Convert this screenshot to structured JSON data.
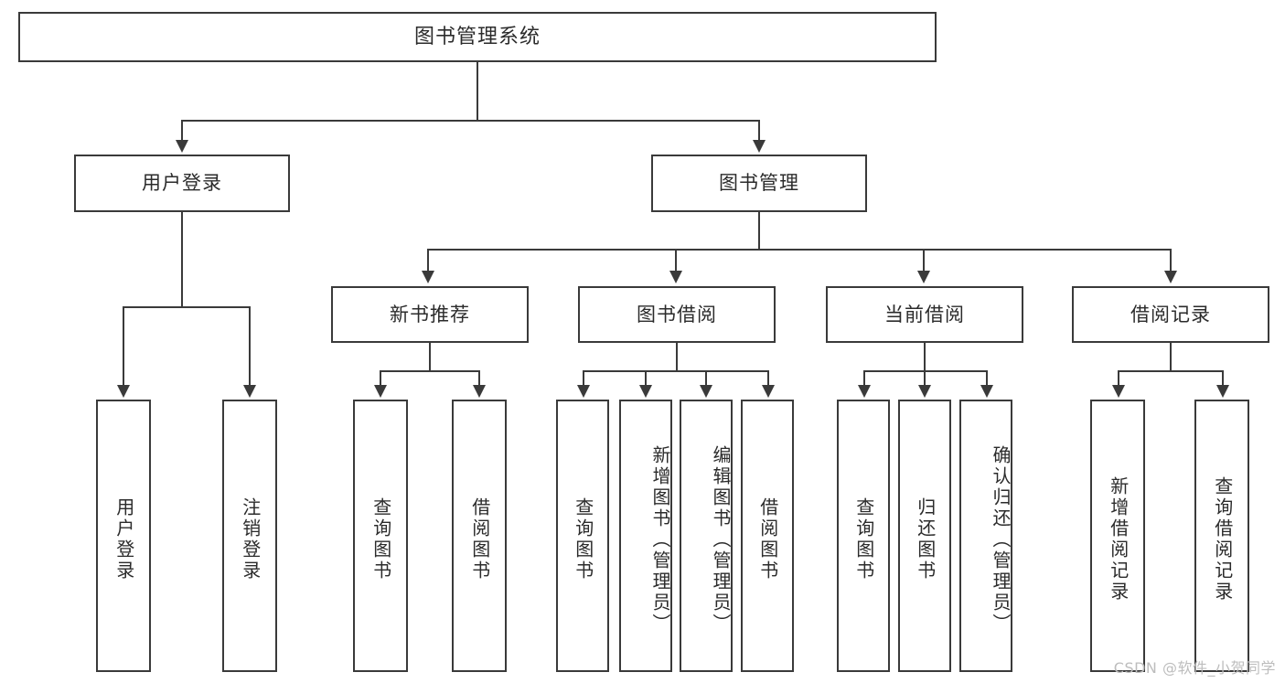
{
  "diagram": {
    "title": "图书管理系统",
    "watermark": "CSDN @软件_小贺同学",
    "colors": {
      "stroke": "#3a3a3a",
      "text": "#2b2b2b",
      "background": "#ffffff",
      "watermark": "#bdbdbd"
    },
    "root": {
      "label": "图书管理系统"
    },
    "level2": [
      {
        "label": "用户登录"
      },
      {
        "label": "图书管理"
      }
    ],
    "level3": [
      {
        "label": "新书推荐"
      },
      {
        "label": "图书借阅"
      },
      {
        "label": "当前借阅"
      },
      {
        "label": "借阅记录"
      }
    ],
    "leaves": {
      "user_login": [
        {
          "label": "用户登录"
        },
        {
          "label": "注销登录"
        }
      ],
      "new_book_recommend": [
        {
          "label": "查询图书"
        },
        {
          "label": "借阅图书"
        }
      ],
      "book_borrow": [
        {
          "label": "查询图书"
        },
        {
          "label": "新增图书（管理员）"
        },
        {
          "label": "编辑图书（管理员）"
        },
        {
          "label": "借阅图书"
        }
      ],
      "current_borrow": [
        {
          "label": "查询图书"
        },
        {
          "label": "归还图书"
        },
        {
          "label": "确认归还（管理员）"
        }
      ],
      "borrow_record": [
        {
          "label": "新增借阅记录"
        },
        {
          "label": "查询借阅记录"
        }
      ]
    }
  }
}
